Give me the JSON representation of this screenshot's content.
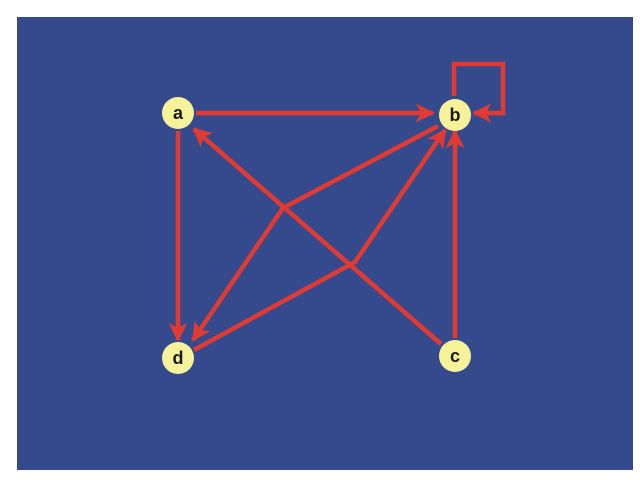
{
  "diagram": {
    "type": "directed-graph",
    "colors": {
      "background": "#354a8c",
      "edge": "#e03a32",
      "node_fill": "#f6f29a",
      "node_text": "#1a1a1a"
    },
    "nodes": [
      {
        "id": "a",
        "label": "a"
      },
      {
        "id": "b",
        "label": "b"
      },
      {
        "id": "c",
        "label": "c"
      },
      {
        "id": "d",
        "label": "d"
      }
    ],
    "edges": [
      {
        "from": "a",
        "to": "b"
      },
      {
        "from": "a",
        "to": "d"
      },
      {
        "from": "b",
        "to": "b"
      },
      {
        "from": "b",
        "to": "d"
      },
      {
        "from": "c",
        "to": "a"
      },
      {
        "from": "c",
        "to": "b"
      },
      {
        "from": "d",
        "to": "b"
      }
    ]
  }
}
